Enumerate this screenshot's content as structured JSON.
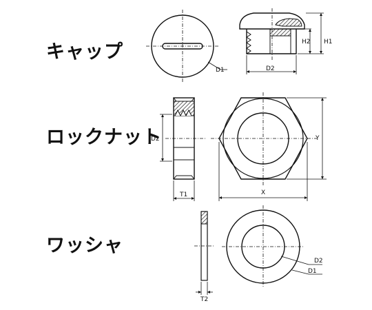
{
  "titles": {
    "cap": "キャップ",
    "locknut": "ロックナット",
    "washer": "ワッシャ"
  },
  "labels": {
    "cap_d1": "D1",
    "cap_d2": "D2",
    "cap_h1": "H1",
    "cap_h2": "H2",
    "nut_d2": "D2",
    "nut_t1": "T1",
    "nut_x": "X",
    "nut_y": "Y",
    "washer_d2": "D2",
    "washer_d1": "D1",
    "washer_t2": "T2"
  }
}
